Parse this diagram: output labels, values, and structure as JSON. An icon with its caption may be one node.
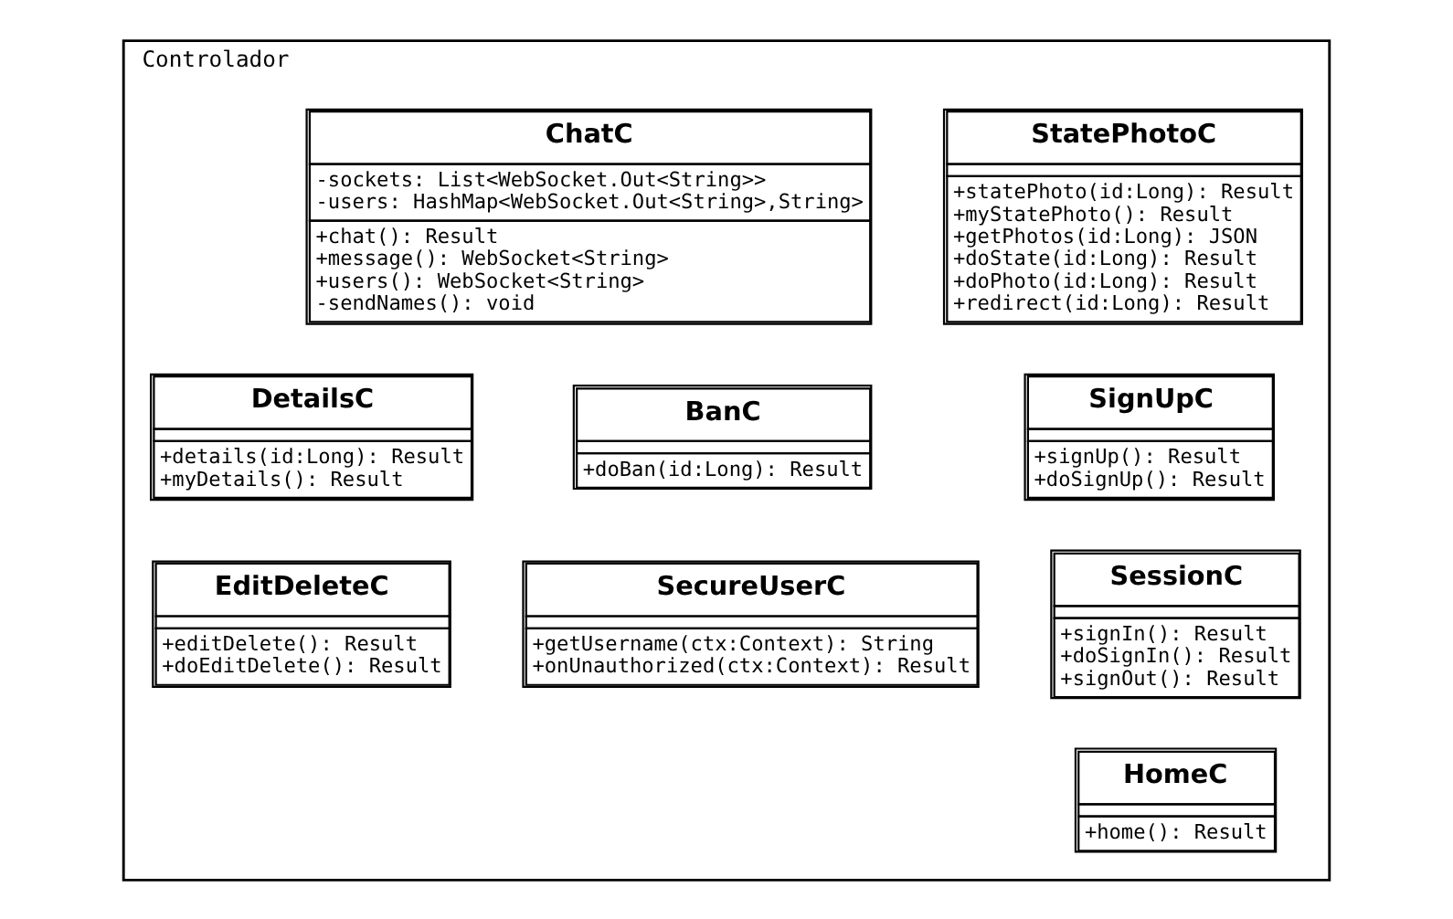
{
  "diagram": {
    "nodes": [
      {
        "text": [
          "Controlador"
        ]
      },
      {
        "text": [
          "StatePhotoC",
          "+statePhoto(id:Long): Result",
          "+myStatePhoto(): Result",
          "+getPhotos(id:Long): JSON",
          "+doState(id:Long): Result",
          "+doPhoto(id:Long): Result",
          "+redirect(id:Long): Result"
        ],
        "in": 0
      },
      {
        "text": [
          "ChatC",
          "-sockets: List<WebSocket.Out<String>>",
          "-users: HashMap<WebSocket.Out<String>,String>",
          "+chat(): Result",
          "+message(): WebSocket<String>",
          "+users(): WebSocket<String>",
          "-sendNames(): void"
        ],
        "in": 0
      },
      {
        "text": [
          "SignUpC",
          "+signUp(): Result",
          "+doSignUp(): Result"
        ],
        "in": 0
      },
      {
        "text": [
          "DetailsC",
          "+details(id:Long): Result",
          "+myDetails(): Result"
        ],
        "in": 0
      },
      {
        "text": [
          "BanC",
          "+doBan(id:Long): Result"
        ],
        "in": 0
      },
      {
        "text": [
          "SessionC",
          "+signIn(): Result",
          "+doSignIn(): Result",
          "+signOut(): Result"
        ],
        "in": 0
      },
      {
        "text": [
          "EditDeleteC",
          "+editDelete(): Result",
          "+doEditDelete(): Result"
        ],
        "in": 0
      },
      {
        "text": [
          "SecureUserC",
          "+getUsername(ctx:Context): String",
          "+onUnauthorized(ctx:Context): Result"
        ],
        "in": 0
      },
      {
        "text": [
          "HomeC",
          "+home(): Result"
        ],
        "in": 0
      }
    ],
    "edges": []
  }
}
